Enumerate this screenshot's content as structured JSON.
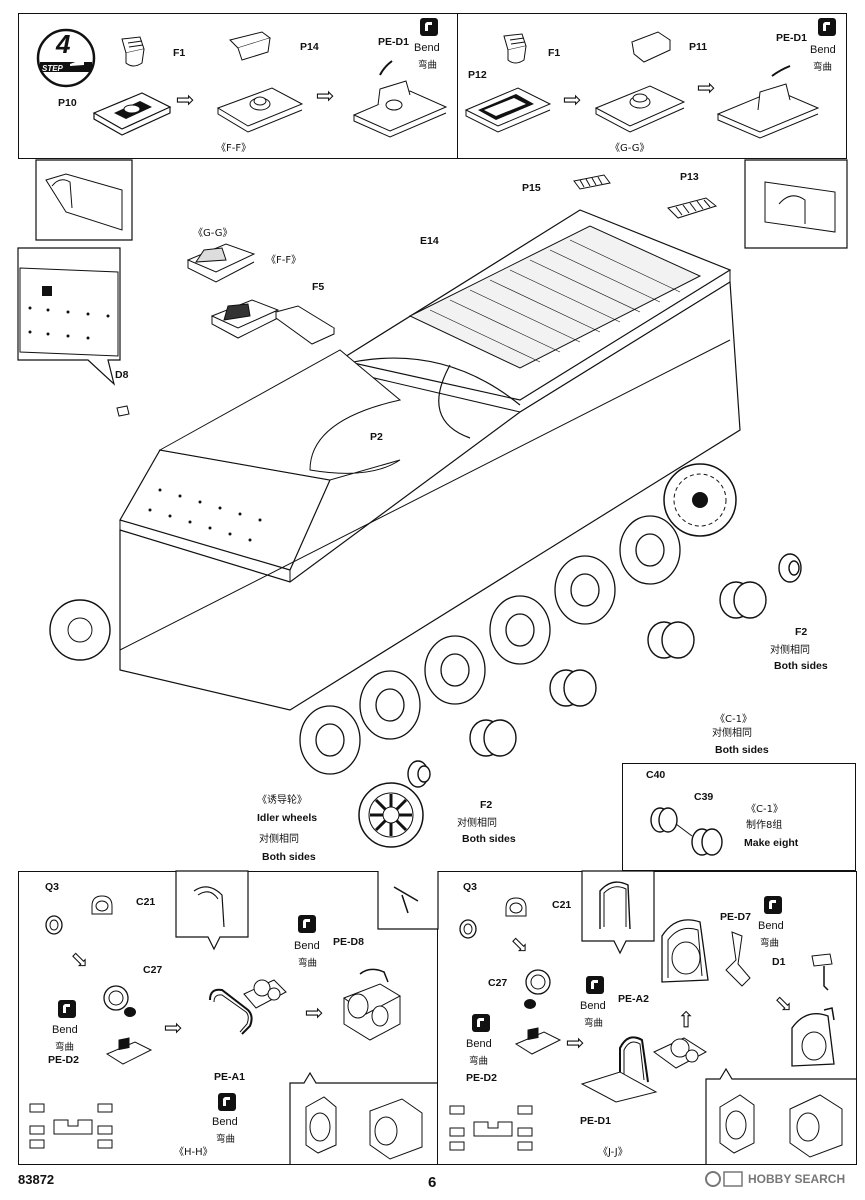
{
  "step": {
    "number": "4",
    "label": "STEP"
  },
  "ff_panel": {
    "parts": [
      "F1",
      "P14",
      "PE-D1",
      "P10"
    ],
    "bend": "Bend",
    "bend_cn": "弯曲",
    "section": "《F-F》"
  },
  "gg_panel": {
    "parts": [
      "F1",
      "P11",
      "PE-D1",
      "P12"
    ],
    "bend": "Bend",
    "bend_cn": "弯曲",
    "section": "《G-G》"
  },
  "main": {
    "callout_gg": "《G-G》",
    "callout_ff": "《F-F》",
    "parts": {
      "f5": "F5",
      "d8": "D8",
      "e14": "E14",
      "p15": "P15",
      "p13": "P13",
      "p2": "P2",
      "f2_right": "F2",
      "f2_bottom": "F2",
      "c1": "《C-1》"
    },
    "both_sides_cn": "对侧相同",
    "both_sides": "Both sides",
    "idler_cn": "《诱导轮》",
    "idler": "Idler wheels"
  },
  "c1_panel": {
    "parts": [
      "C40",
      "C39"
    ],
    "section": "《C-1》",
    "make_cn": "制作8组",
    "make": "Make eight"
  },
  "hh_panel": {
    "parts": [
      "Q3",
      "C21",
      "C27",
      "PE-D2",
      "PE-A1",
      "PE-D8"
    ],
    "bend": "Bend",
    "bend_cn": "弯曲",
    "section": "《H-H》"
  },
  "jj_panel": {
    "parts": [
      "Q3",
      "C21",
      "C27",
      "PE-D2",
      "PE-A2",
      "PE-D1",
      "PE-D7",
      "D1"
    ],
    "bend": "Bend",
    "bend_cn": "弯曲",
    "section": "《J-J》"
  },
  "footer": {
    "kit_number": "83872",
    "page_number": "6",
    "watermark": "HOBBY SEARCH"
  }
}
